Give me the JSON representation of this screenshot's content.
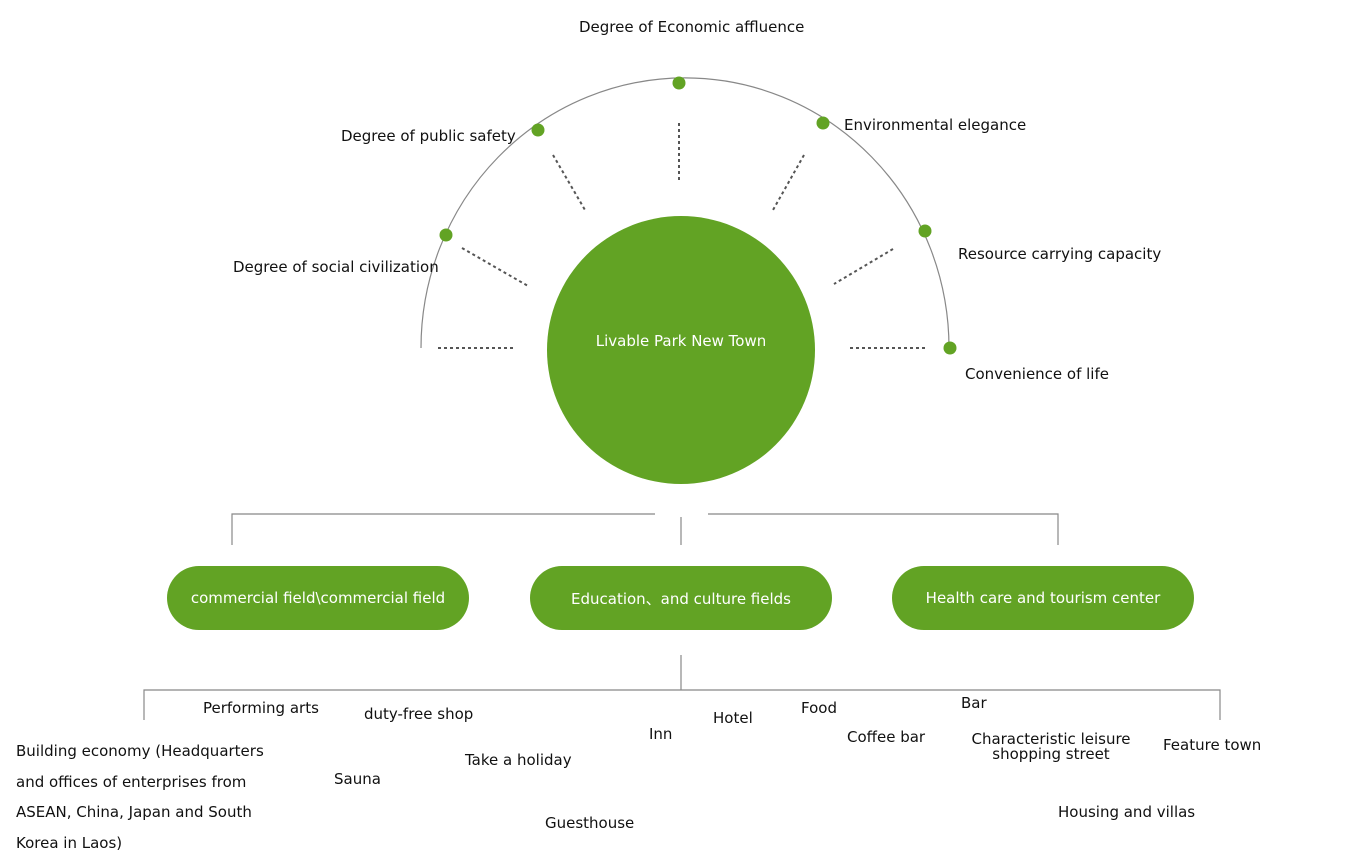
{
  "colors": {
    "accent": "#62a324",
    "line": "#888888",
    "dash": "#555555"
  },
  "center": {
    "label": "Livable Park New Town"
  },
  "dimensions": {
    "economic_affluence": "Degree of Economic affluence",
    "public_safety": "Degree of public safety",
    "environmental_elegance": "Environmental elegance",
    "social_civilization": "Degree of social civilization",
    "resource_capacity": "Resource carrying capacity",
    "convenience": "Convenience of life"
  },
  "fields": {
    "commercial": "commercial field\\commercial field",
    "education": "Education、and culture fields",
    "health": "Health care and tourism center"
  },
  "items": {
    "performing_arts": "Performing arts",
    "duty_free": "duty-free shop",
    "building_economy": [
      "Building economy (Headquarters",
      "and offices of enterprises from",
      "ASEAN, China, Japan and South",
      "Korea in Laos)"
    ],
    "sauna": "Sauna",
    "take_holiday": "Take a holiday",
    "guesthouse": "Guesthouse",
    "inn": "Inn",
    "hotel": "Hotel",
    "food": "Food",
    "coffee_bar": "Coffee bar",
    "bar": "Bar",
    "leisure_street": [
      "Characteristic leisure",
      "shopping street"
    ],
    "feature_town": "Feature town",
    "housing_villas": "Housing and villas"
  }
}
